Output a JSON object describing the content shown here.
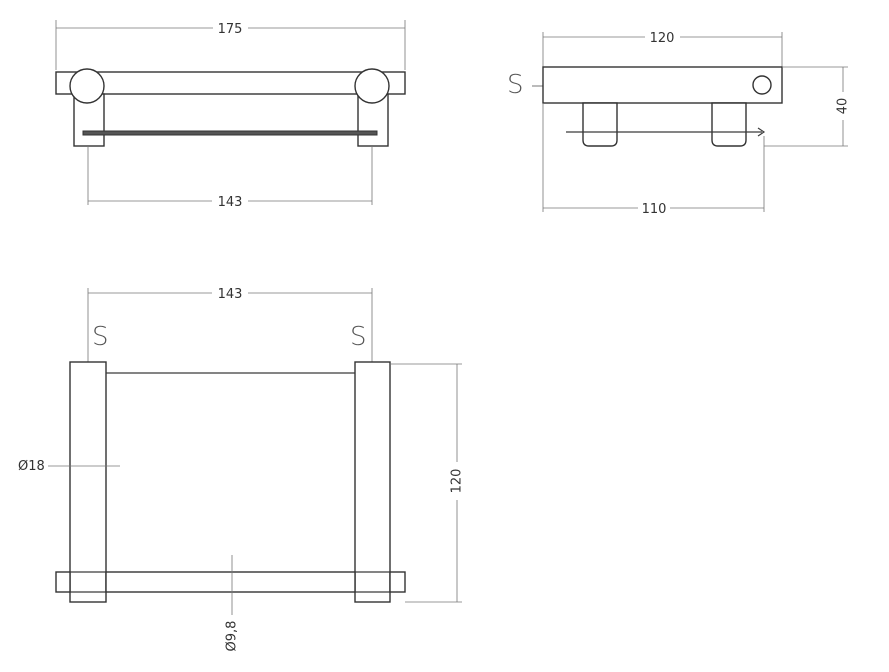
{
  "front_view": {
    "overall_width": "175",
    "rail_span": "143"
  },
  "side_view": {
    "section_mark": "S",
    "depth": "120",
    "height": "40",
    "lower_depth": "110"
  },
  "top_view": {
    "rail_span": "143",
    "section_mark_left": "S",
    "section_mark_right": "S",
    "tube_diameter": "Ø18",
    "rod_diameter": "Ø9,8",
    "length": "120"
  }
}
